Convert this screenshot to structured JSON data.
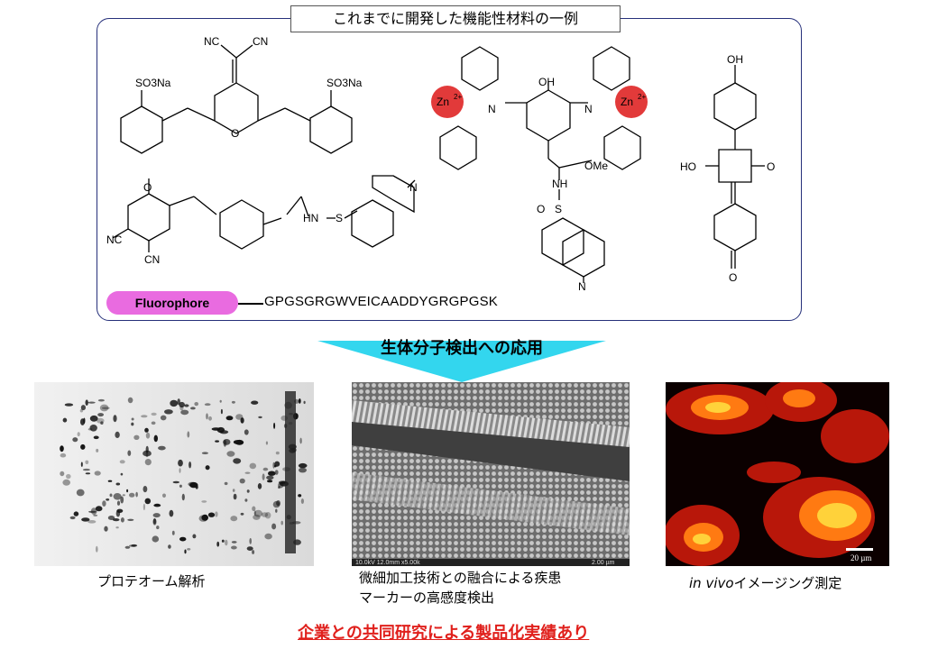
{
  "header": {
    "title": "これまでに開発した機能性材料の一例"
  },
  "molecules": {
    "m1_cn_left": "NC",
    "m1_cn_right": "CN",
    "m1_so3_left": "SO3Na",
    "m1_so3_right": "SO3Na",
    "m1_o": "O",
    "m2_oh": "OH",
    "m2_n_left": "N",
    "m2_n_right": "N",
    "m2_zn": "Zn",
    "m2_zn_charge": "2+",
    "m2_ome": "OMe",
    "m2_nh": "NH",
    "m2_o": "O",
    "m2_s": "S",
    "m2_nme": "N",
    "m3_oh_top": "OH",
    "m3_ho": "HO",
    "m3_o_right": "O",
    "m3_o_bottom": "O",
    "m4_nc": "NC",
    "m4_cn": "CN",
    "m4_o": "O",
    "m4_hn": "HN",
    "m4_s": "S",
    "m4_n": "N"
  },
  "fluorophore": {
    "label": "Fluorophore",
    "sequence": "GPGSGRGWVEICAADDYGRGPGSK"
  },
  "application": {
    "label": "生体分子検出への応用"
  },
  "panels": [
    {
      "caption": "プロテオーム解析"
    },
    {
      "caption_line1": "微細加工技術との融合による疾患",
      "caption_line2": "マーカーの高感度検出",
      "sem_info": "10.0kV 12.0mm x5.00k",
      "sem_scale": "2.00 µm"
    },
    {
      "caption_italic": "in vivo",
      "caption_rest": "イメージング測定",
      "scale": "20 µm"
    }
  ],
  "footer": {
    "text": "企業との共同研究による製品化実績あり",
    "color": "#e0201c"
  },
  "colors": {
    "frame_border": "#26307a",
    "arrow": "#33d6ee",
    "zn_ball": "#e23a3a",
    "pill": "#e96be0"
  }
}
